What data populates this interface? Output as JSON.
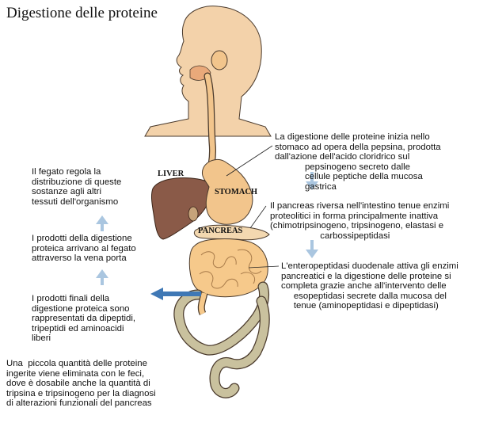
{
  "title": "Digestione delle proteine",
  "organs": {
    "liver": "LIVER",
    "stomach": "STOMACH",
    "pancreas": "PANCREAS"
  },
  "right_texts": [
    "La digestione delle proteine inizia nello\nstomaco ad opera della pepsina, prodotta\ndall'azione dell'acido cloridrico sul\n            pepsinogeno secreto dalle\n            cellule peptiche della mucosa\n            gastrica",
    "Il pancreas riversa nell'intestino tenue enzimi\nproteolitici in forma principalmente inattiva\n(chimotripsinogeno, tripsinogeno, elastasi e\n                    carbossipeptidasi",
    "L'enteropeptidasi duodenale attiva gli enzimi\npancreatici e la digestione delle proteine si\ncompleta grazie anche all'intervento delle\n     esopeptidasi secrete dalla mucosa del\n     tenue (aminopeptidasi e dipeptidasi)"
  ],
  "left_texts": [
    "Il fegato regola la\ndistribuzione di queste\nsostanze agli altri\ntessuti dell'organismo",
    "I prodotti della digestione\nproteica arrivano al fegato\nattraverso la vena porta",
    "I prodotti finali della\ndigestione proteica sono\nrappresentati da dipeptidi,\ntripeptidi ed aminoacidi\nliberi",
    "Una  piccola quantità delle proteine\ningerite viene eliminata con le feci,\ndove è dosabile anche la quantità di\ntripsina e tripsinogeno per la diagnosi\ndi alterazioni funzionali del pancreas"
  ],
  "colors": {
    "skin": "#f3d2aa",
    "liver": "#8a5a48",
    "stomach": "#f2c58c",
    "intestine": "#f6c98b",
    "colon": "#c9c19e",
    "arrow_light": "#aac6e0",
    "arrow_dark": "#3f78b5"
  }
}
